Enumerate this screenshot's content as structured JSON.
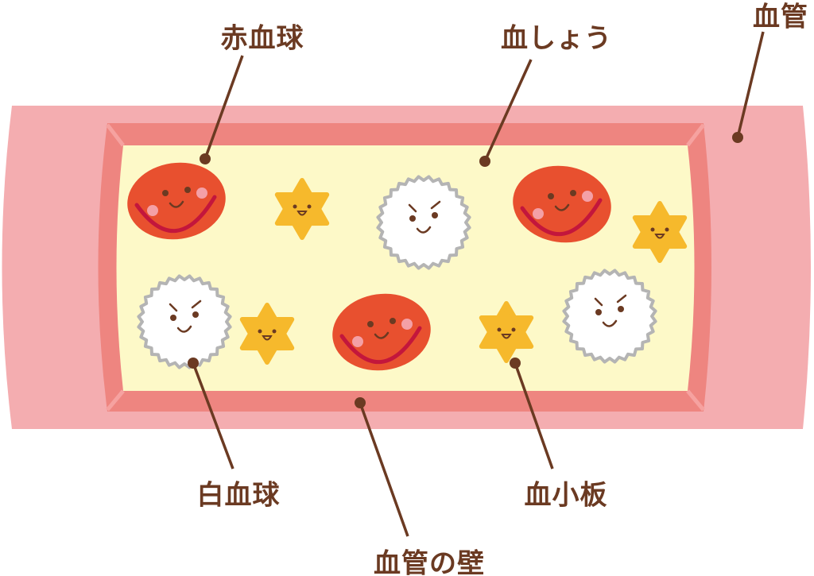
{
  "labels": {
    "red_blood_cell": "赤血球",
    "plasma": "血しょう",
    "blood_vessel": "血管",
    "white_blood_cell": "白血球",
    "platelet": "血小板",
    "vessel_wall": "血管の壁"
  },
  "colors": {
    "outer_vessel": "#f4adb0",
    "vessel_wall": "#ee8580",
    "wall_bevel": "#f6a2a0",
    "plasma": "#fdf9c8",
    "red_cell": "#e8502f",
    "red_cell_smile": "#c3163c",
    "platelet": "#f6b92c",
    "leader_line": "#6b3a22"
  }
}
